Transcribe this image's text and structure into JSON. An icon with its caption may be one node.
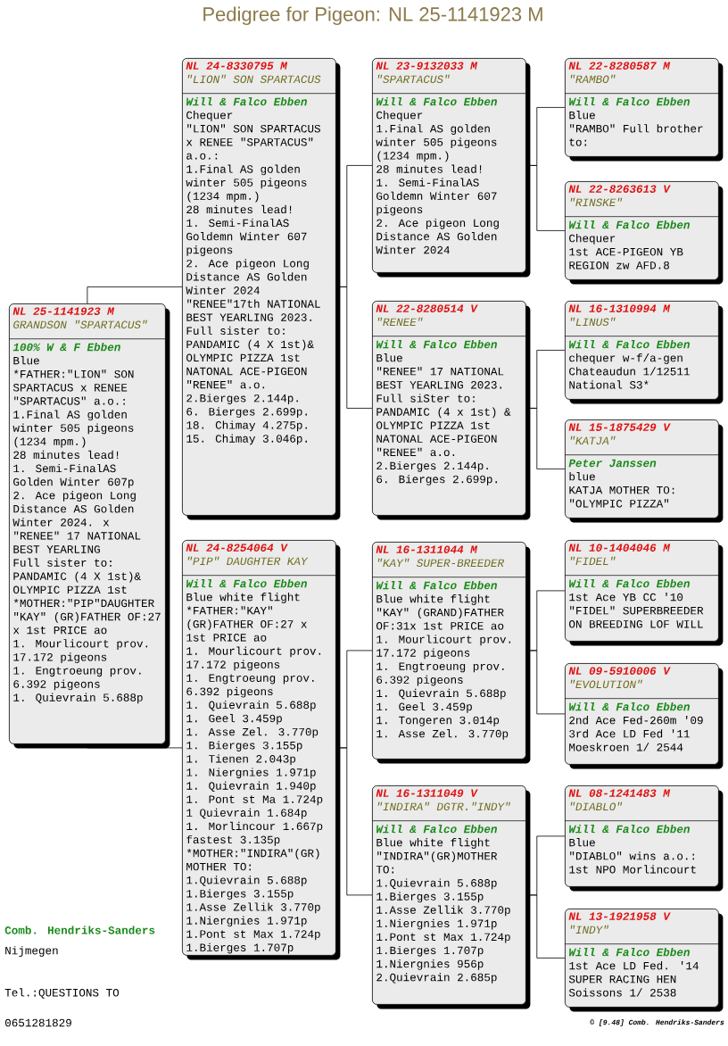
{
  "diagram": {
    "title": "Pedigree for Pigeon: NL 25-1141923 M",
    "nodes": [
      {
        "text": [
          "NL 25-1141923 M",
          "GRANDSON \"SPARTACUS\"",
          "100% W & F Ebben",
          "Blue",
          "*FATHER:\"LION\" SON SPARTACUS x RENEE \"SPARTACUS\" a.o.:",
          "1.Final AS golden winter 505 pigeons (1234 mpm.)",
          "28 minutes lead!",
          "1. Semi-FinalAS Golden Winter 607p",
          "2. Ace pigeon Long Distance AS Golden Winter 2024. x \"RENEE\" 17 NATIONAL BEST YEARLING",
          "Full sister to: PANDAMIC (4 X 1st)& OLYMPIC PIZZA 1st",
          "*MOTHER:\"PIP\"DAUGHTER \"KAY\" (GR)FATHER OF:27 x 1st PRICE ao",
          "1. Mourlicourt prov. 17.172 pigeons",
          "1. Engtroeung prov. 6.392 pigeons",
          "1. Quievrain 5.688p"
        ]
      },
      {
        "text": [
          "NL 24-8330795 M",
          "\"LION\" SON SPARTACUS",
          "Will & Falco Ebben",
          "Chequer",
          "\"LION\" SON SPARTACUS x RENEE \"SPARTACUS\" a.o.:",
          "1.Final AS golden winter 505 pigeons (1234 mpm.)",
          "28 minutes lead!",
          "1. Semi-FinalAS Goldemn Winter 607 pigeons",
          "2. Ace pigeon Long Distance AS Golden Winter 2024",
          "\"RENEE\"17th NATIONAL BEST YEARLING 2023.",
          "Full sister to: PANDAMIC (4 X 1st)& OLYMPIC PIZZA 1st NATONAL ACE-PIGEON \"RENEE\" a.o.",
          "2.Bierges 2.144p.",
          "6. Bierges 2.699p.",
          "18. Chimay 4.275p.",
          "15. Chimay 3.046p."
        ]
      },
      {
        "text": [
          "NL 24-8254064 V",
          "\"PIP\" DAUGHTER KAY",
          "Will & Falco Ebben",
          "Blue white flight",
          "*FATHER:\"KAY\" (GR)FATHER OF:27 x 1st PRICE ao",
          "1. Mourlicourt prov. 17.172 pigeons",
          "1. Engtroeung prov. 6.392 pigeons",
          "1. Quievrain 5.688p",
          "1. Geel 3.459p",
          "1. Asse Zel. 3.770p",
          "1. Bierges 3.155p",
          "1. Tienen 2.043p",
          "1. Niergnies 1.971p",
          "1. Quievrain 1.940p",
          "1. Pont st Ma 1.724p",
          "1 Quievrain 1.684p",
          "1. Morlincour 1.667p",
          "fastest 3.135p",
          "*MOTHER:\"INDIRA\"(GR) MOTHER TO:",
          "1.Quievrain 5.688p",
          "1.Bierges 3.155p",
          "1.Asse Zellik 3.770p",
          "1.Niergnies 1.971p",
          "1.Pont st Max 1.724p",
          "1.Bierges 1.707p"
        ]
      },
      {
        "text": [
          "NL 23-9132033 M",
          "\"SPARTACUS\"",
          "Will & Falco Ebben",
          "Chequer",
          "1.Final AS golden winter 505 pigeons (1234 mpm.)",
          "28 minutes lead!",
          "1. Semi-FinalAS Goldemn Winter 607 pigeons",
          "2. Ace pigeon Long Distance AS Golden Winter 2024"
        ]
      },
      {
        "text": [
          "NL 22-8280514 V",
          "\"RENEE\"",
          "Will & Falco Ebben",
          "Blue",
          "\"RENEE\" 17 NATIONAL BEST YEARLING 2023.",
          "Full siSter to: PANDAMIC (4 x 1st) & OLYMPIC PIZZA 1st NATONAL ACE-PIGEON \"RENEE\" a.o.",
          "2.Bierges 2.144p.",
          "6. Bierges 2.699p."
        ]
      },
      {
        "text": [
          "NL 16-1311044 M",
          "\"KAY\" SUPER-BREEDER",
          "Will & Falco Ebben",
          "Blue white flight",
          "\"KAY\" (GRAND)FATHER OF:31x 1st PRICE ao",
          "1. Mourlicourt prov. 17.172 pigeons",
          "1. Engtroeung prov. 6.392 pigeons",
          "1. Quievrain 5.688p",
          "1. Geel 3.459p",
          "1. Tongeren 3.014p",
          "1. Asse Zel. 3.770p"
        ]
      },
      {
        "text": [
          "NL 16-1311049 V",
          "\"INDIRA\" DGTR.\"INDY\"",
          "Will & Falco Ebben",
          "Blue white flight",
          "\"INDIRA\"(GR)MOTHER TO:",
          "1.Quievrain 5.688p",
          "1.Bierges 3.155p",
          "1.Asse Zellik 3.770p",
          "1.Niergnies 1.971p",
          "1.Pont st Max 1.724p",
          "1.Bierges 1.707p",
          "1.Niergnies 956p",
          "2.Quievrain 2.685p"
        ]
      },
      {
        "text": [
          "NL 22-8280587 M",
          "\"RAMBO\"",
          "Will & Falco Ebben",
          "Blue",
          "\"RAMBO\" Full brother to:"
        ]
      },
      {
        "text": [
          "NL 22-8263613 V",
          "\"RINSKE\"",
          "Will & Falco Ebben",
          "Chequer",
          "1st ACE-PIGEON YB REGION zw AFD.8"
        ]
      },
      {
        "text": [
          "NL 16-1310994 M",
          "\"LINUS\"",
          "Will & Falco Ebben",
          "chequer w-f/a-gen",
          "Chateaudun 1/12511 National S3*"
        ]
      },
      {
        "text": [
          "NL 15-1875429 V",
          "\"KATJA\"",
          "Peter Janssen",
          "blue",
          "KATJA MOTHER TO: \"OLYMPIC PIZZA\""
        ]
      },
      {
        "text": [
          "NL 10-1404046 M",
          "\"FIDEL\"",
          "Will & Falco Ebben",
          "1st Ace YB CC '10",
          "\"FIDEL\" SUPERBREEDER ON BREEDING LOF WILL"
        ]
      },
      {
        "text": [
          "NL 09-5910006 V",
          "\"EVOLUTION\"",
          "Will & Falco Ebben",
          "2nd Ace Fed-260m '09",
          "3rd Ace LD Fed '11",
          "Moeskroen 1/ 2544"
        ]
      },
      {
        "text": [
          "NL 08-1241483 M",
          "\"DIABLO\"",
          "Will & Falco Ebben",
          "Blue",
          "\"DIABLO\" wins a.o.: 1st NPO Morlincourt"
        ]
      },
      {
        "text": [
          "NL 13-1921958 V",
          "\"INDY\"",
          "Will & Falco Ebben",
          "1st Ace LD Fed. '14",
          "SUPER RACING HEN",
          "Soissons 1/ 2538"
        ]
      }
    ],
    "edges": [
      {
        "from": 0,
        "to": 1,
        "arrow": "none"
      },
      {
        "from": 0,
        "to": 2,
        "arrow": "none"
      },
      {
        "from": 1,
        "to": 3,
        "arrow": "none"
      },
      {
        "from": 1,
        "to": 4,
        "arrow": "none"
      },
      {
        "from": 2,
        "to": 5,
        "arrow": "none"
      },
      {
        "from": 2,
        "to": 6,
        "arrow": "none"
      },
      {
        "from": 3,
        "to": 7,
        "arrow": "none"
      },
      {
        "from": 3,
        "to": 8,
        "arrow": "none"
      },
      {
        "from": 4,
        "to": 9,
        "arrow": "none"
      },
      {
        "from": 4,
        "to": 10,
        "arrow": "none"
      },
      {
        "from": 5,
        "to": 11,
        "arrow": "none"
      },
      {
        "from": 5,
        "to": 12,
        "arrow": "none"
      },
      {
        "from": 6,
        "to": 13,
        "arrow": "none"
      },
      {
        "from": 6,
        "to": 14,
        "arrow": "none"
      }
    ],
    "labels": [
      "Comb. Hendriks-Sanders",
      "Nijmegen",
      "Tel.:QUESTIONS TO",
      "0651281829",
      "© [9.48] Comb. Hendriks-Sanders"
    ]
  }
}
